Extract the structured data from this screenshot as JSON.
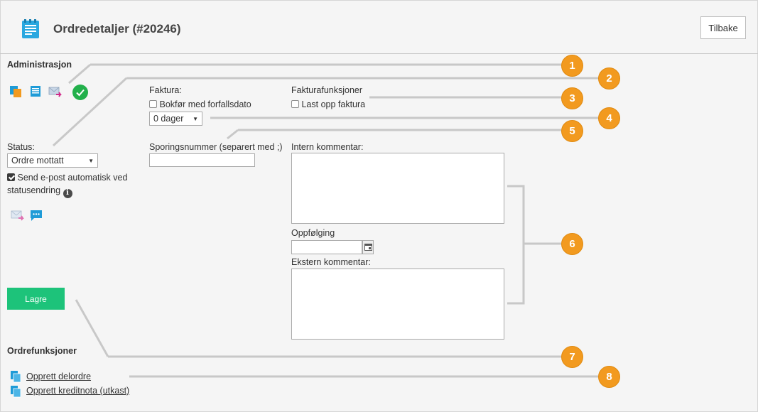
{
  "header": {
    "title": "Ordredetaljer (#20246)",
    "back_label": "Tilbake"
  },
  "admin": {
    "title": "Administrasjon",
    "icons": [
      "copy-order-icon",
      "print-icon",
      "forward-email-icon",
      "check-circle-icon"
    ]
  },
  "status": {
    "label": "Status:",
    "selected": "Ordre mottatt",
    "auto_email_checked": true,
    "auto_email_label_line1": "Send e-post automatisk ved",
    "auto_email_label_line2": "statusendring",
    "icons": [
      "forward-email-icon",
      "chat-icon"
    ]
  },
  "invoice": {
    "label": "Faktura:",
    "book_due_label": "Bokfør med forfallsdato",
    "book_due_checked": false,
    "days_selected": "0 dager"
  },
  "invoice_functions": {
    "title": "Fakturafunksjoner",
    "upload_label": "Last opp faktura",
    "upload_checked": false
  },
  "tracking": {
    "label": "Sporingsnummer (separert med ;)",
    "value": ""
  },
  "comments": {
    "internal_label": "Intern kommentar:",
    "internal_value": "",
    "followup_label": "Oppfølging",
    "followup_value": "",
    "external_label": "Ekstern kommentar:",
    "external_value": ""
  },
  "actions": {
    "save_label": "Lagre"
  },
  "order_functions": {
    "title": "Ordrefunksjoner",
    "links": [
      {
        "label": "Opprett delordre"
      },
      {
        "label": "Opprett kreditnota (utkast)"
      }
    ]
  },
  "callouts": [
    "1",
    "2",
    "3",
    "4",
    "5",
    "6",
    "7",
    "8"
  ],
  "colors": {
    "accent_green": "#1dc37a",
    "callout_orange": "#f29a1f",
    "icon_blue": "#1e9bd7",
    "check_green": "#22b04b"
  }
}
